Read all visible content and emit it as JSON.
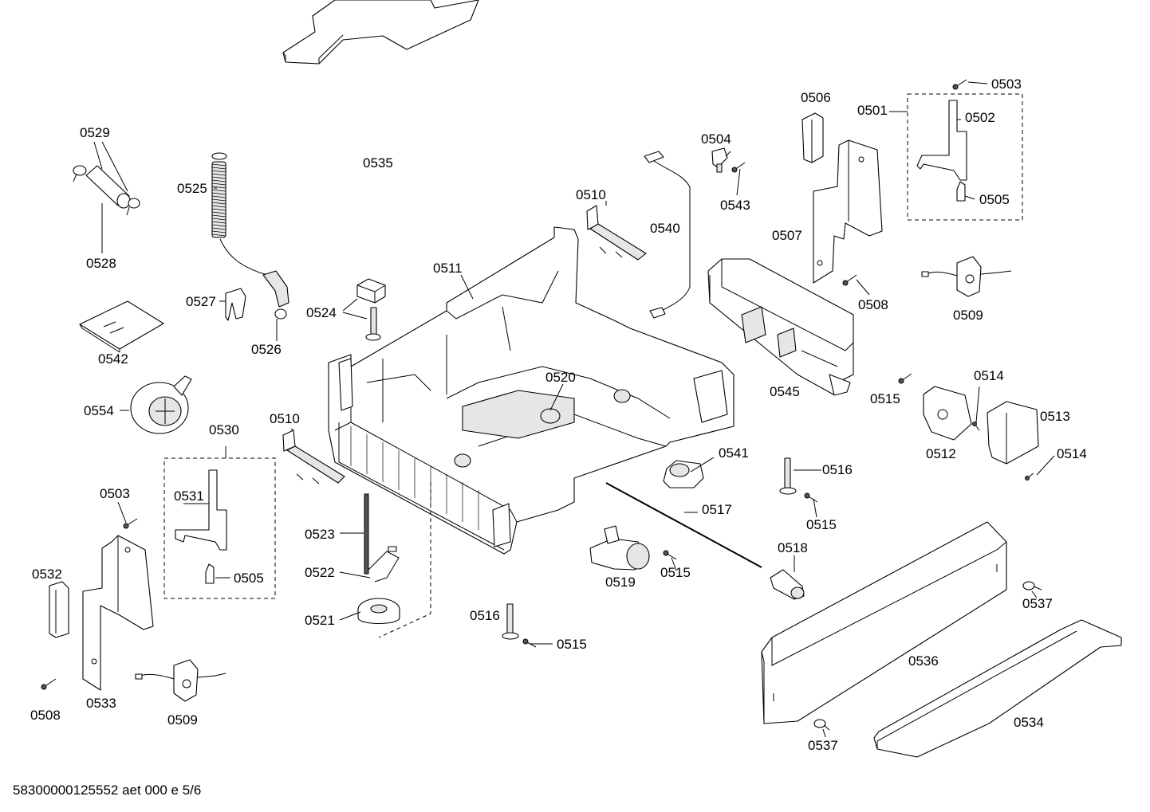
{
  "document": {
    "footer_code": "58300000125552 aet 000 e 5/6"
  },
  "labels": {
    "p0501": "0501",
    "p0502": "0502",
    "p0503a": "0503",
    "p0503b": "0503",
    "p0504": "0504",
    "p0505a": "0505",
    "p0505b": "0505",
    "p0506": "0506",
    "p0507": "0507",
    "p0508a": "0508",
    "p0508b": "0508",
    "p0509a": "0509",
    "p0509b": "0509",
    "p0510a": "0510",
    "p0510b": "0510",
    "p0511": "0511",
    "p0512": "0512",
    "p0513": "0513",
    "p0514a": "0514",
    "p0514b": "0514",
    "p0515a": "0515",
    "p0515b": "0515",
    "p0515c": "0515",
    "p0515d": "0515",
    "p0516a": "0516",
    "p0516b": "0516",
    "p0517": "0517",
    "p0518": "0518",
    "p0519": "0519",
    "p0520": "0520",
    "p0521": "0521",
    "p0522": "0522",
    "p0523": "0523",
    "p0524": "0524",
    "p0525": "0525",
    "p0526": "0526",
    "p0527": "0527",
    "p0528": "0528",
    "p0529": "0529",
    "p0530": "0530",
    "p0531": "0531",
    "p0532": "0532",
    "p0533": "0533",
    "p0534": "0534",
    "p0535": "0535",
    "p0536": "0536",
    "p0537a": "0537",
    "p0537b": "0537",
    "p0540": "0540",
    "p0541": "0541",
    "p0542": "0542",
    "p0543": "0543",
    "p0545": "0545",
    "p0554": "0554"
  }
}
